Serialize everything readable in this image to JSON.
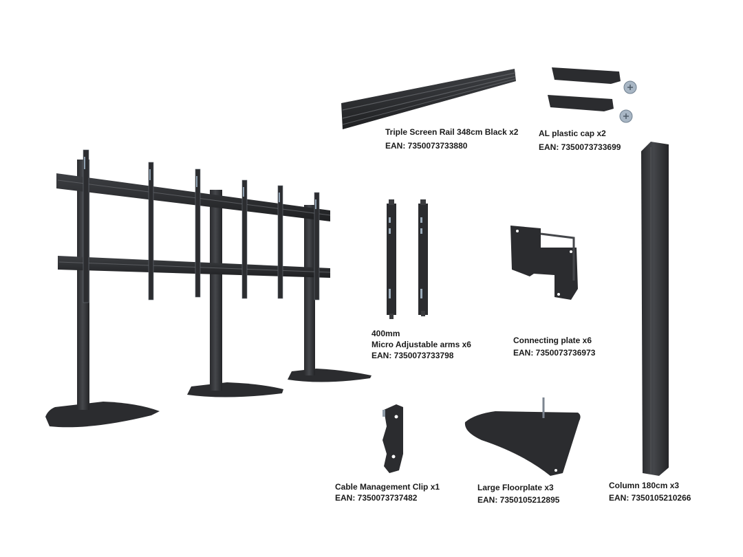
{
  "colors": {
    "metal": "#2f3033",
    "metal_light": "#4a4c50",
    "metal_dark": "#1d1e20",
    "screw": "#9aa9b8",
    "background": "#ffffff"
  },
  "parts": [
    {
      "id": "rail",
      "name": "Triple Screen Rail 348cm Black x2",
      "ean": "EAN: 7350073733880"
    },
    {
      "id": "cap",
      "name": "AL plastic cap x2",
      "ean": "EAN: 7350073733699"
    },
    {
      "id": "arms",
      "size": "400mm",
      "name": "Micro Adjustable arms x6",
      "ean": "EAN: 7350073733798"
    },
    {
      "id": "plate",
      "name": "Connecting plate x6",
      "ean": "EAN: 7350073736973"
    },
    {
      "id": "clip",
      "name": "Cable Management Clip x1",
      "ean": "EAN: 7350073737482"
    },
    {
      "id": "floor",
      "name": "Large Floorplate x3",
      "ean": "EAN: 7350105212895"
    },
    {
      "id": "column",
      "name": "Column 180cm x3",
      "ean": "EAN: 7350105210266"
    }
  ]
}
